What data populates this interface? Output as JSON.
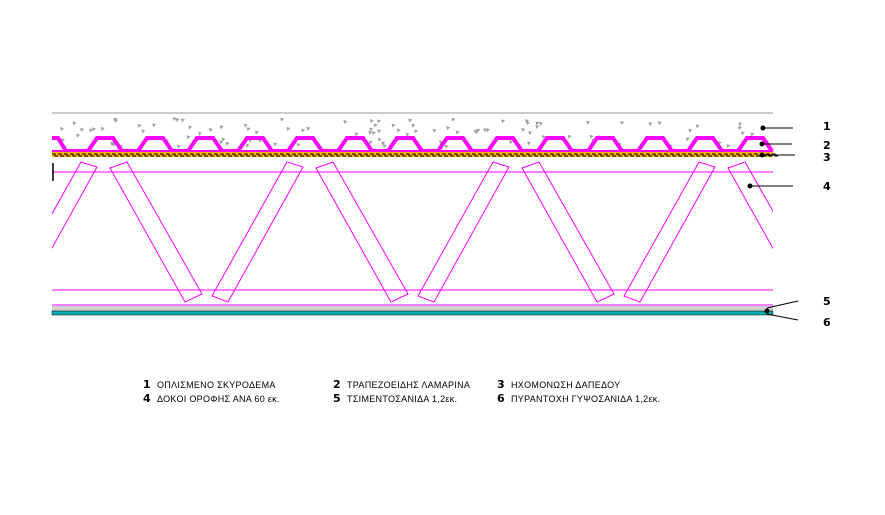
{
  "callouts": [
    "1",
    "2",
    "3",
    "4",
    "5",
    "6"
  ],
  "legend": [
    {
      "num": "1",
      "text": "ΟΠΛΙΣΜΕΝΟ ΣΚΥΡΟΔΕΜΑ"
    },
    {
      "num": "2",
      "text": "ΤΡΑΠΕΖΟΕΙΔΗΣ ΛΑΜΑΡΙΝΑ"
    },
    {
      "num": "3",
      "text": "ΗΧΟΜΟΝΩΣΗ ΔΑΠΕΔΟΥ"
    },
    {
      "num": "4",
      "text": "ΔΟΚΟΙ ΟΡΟΦΗΣ ΑΝΑ 60 εκ."
    },
    {
      "num": "5",
      "text": "ΤΣΙΜΕΝΤΟΣΑΝΙΔΑ 1,2εκ."
    },
    {
      "num": "6",
      "text": "ΠΥΡΑΝΤΟΧΗ ΓΥΨΟΣΑΝΙΔΑ 1,2εκ."
    }
  ],
  "colors": {
    "deck": "#ff00ff",
    "insulation": "#ffb000",
    "concrete": "#a0a0a0",
    "gypsum": "#00b0b0",
    "cement": "#d0d0d0"
  }
}
